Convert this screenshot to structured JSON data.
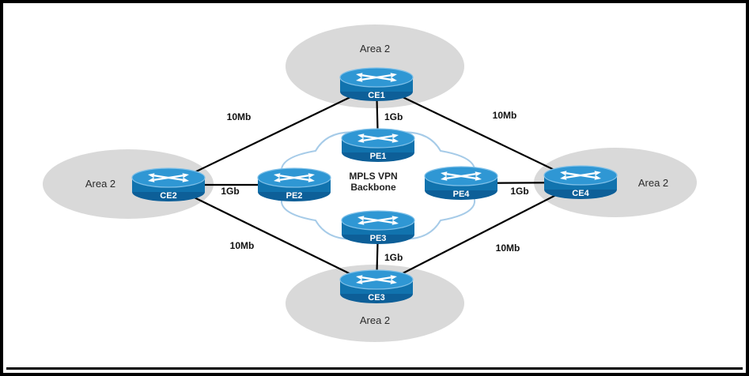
{
  "colors": {
    "router_body": "#1173ae",
    "router_base": "#0d5f98",
    "router_top": "#2f97d4",
    "area_fill": "#d9d9d9",
    "cloud_stroke": "#a6cbe8",
    "link": "#000000"
  },
  "cloud": {
    "label_line1": "MPLS VPN",
    "label_line2": "Backbone"
  },
  "areas": {
    "top": {
      "label": "Area 2"
    },
    "left": {
      "label": "Area 2"
    },
    "right": {
      "label": "Area 2"
    },
    "bottom": {
      "label": "Area 2"
    }
  },
  "routers": {
    "ce1": {
      "label": "CE1"
    },
    "ce2": {
      "label": "CE2"
    },
    "ce3": {
      "label": "CE3"
    },
    "ce4": {
      "label": "CE4"
    },
    "pe1": {
      "label": "PE1"
    },
    "pe2": {
      "label": "PE2"
    },
    "pe3": {
      "label": "PE3"
    },
    "pe4": {
      "label": "PE4"
    }
  },
  "links": {
    "ce1_ce2": {
      "from": "CE1",
      "to": "CE2",
      "label": "10Mb"
    },
    "ce1_ce4": {
      "from": "CE1",
      "to": "CE4",
      "label": "10Mb"
    },
    "ce2_ce3": {
      "from": "CE2",
      "to": "CE3",
      "label": "10Mb"
    },
    "ce3_ce4": {
      "from": "CE3",
      "to": "CE4",
      "label": "10Mb"
    },
    "ce1_pe1": {
      "from": "CE1",
      "to": "PE1",
      "label": "1Gb"
    },
    "ce2_pe2": {
      "from": "CE2",
      "to": "PE2",
      "label": "1Gb"
    },
    "pe4_ce4": {
      "from": "PE4",
      "to": "CE4",
      "label": "1Gb"
    },
    "pe3_ce3": {
      "from": "PE3",
      "to": "CE3",
      "label": "1Gb"
    }
  }
}
